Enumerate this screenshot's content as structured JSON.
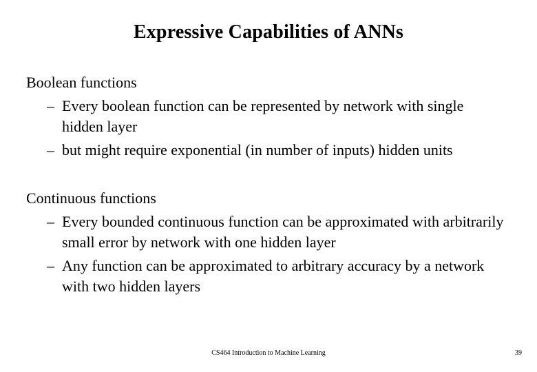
{
  "slide": {
    "title": "Expressive Capabilities of ANNs",
    "bullet_marker": "–",
    "sections": [
      {
        "header": "Boolean functions",
        "bullets": [
          "Every boolean function can be represented by network with single hidden layer",
          "but might require exponential (in number of inputs) hidden units"
        ]
      },
      {
        "header": "Continuous functions",
        "bullets": [
          "Every bounded continuous function can be approximated with arbitrarily small error by network with one hidden layer",
          "Any function can be approximated to arbitrary accuracy by a network with two hidden layers"
        ]
      }
    ],
    "footer": {
      "course": "CS464 Introduction to Machine Learning",
      "page_number": "39"
    },
    "colors": {
      "background": "#ffffff",
      "text": "#000000"
    }
  }
}
